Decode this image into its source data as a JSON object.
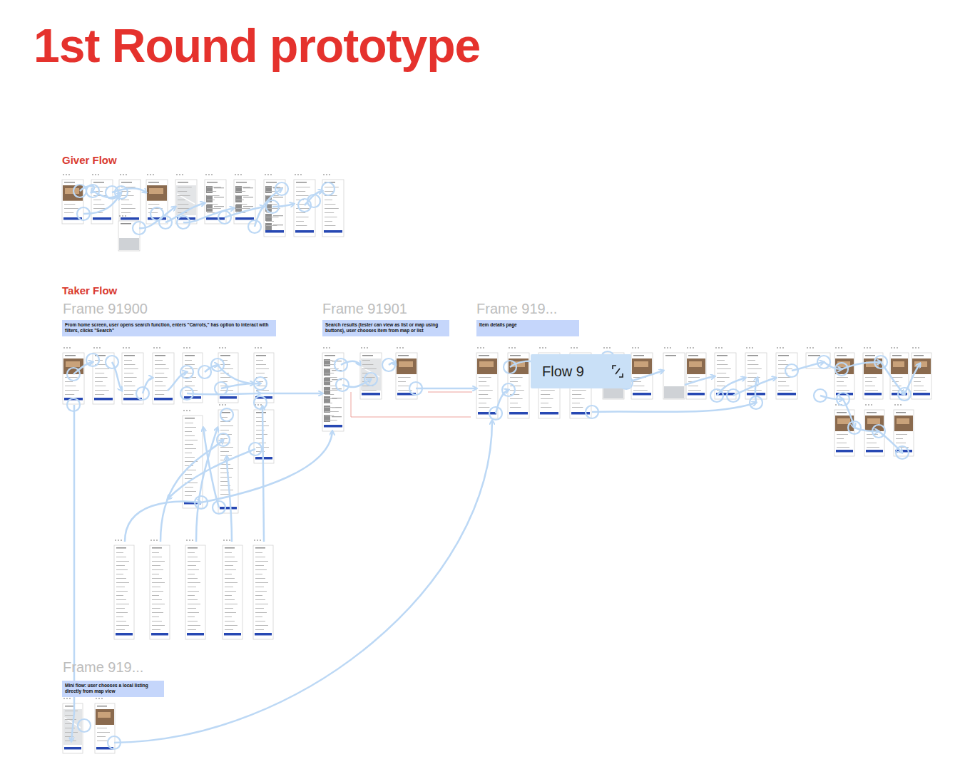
{
  "diagram": {
    "title": "1st Round prototype",
    "nodes": [
      {
        "text": [
          "From home screen, user opens search function, enters \"Carrots,\" has option to interact with filters, clicks \"Search\""
        ]
      },
      {
        "text": [
          "Search results (tester can view as list or map using buttons), user chooses item from map or list"
        ]
      },
      {
        "text": [
          "Item details page"
        ]
      },
      {
        "text": [
          "Flow 9"
        ]
      },
      {
        "text": [
          "Mini flow: user chooses a local listing directly from map view"
        ]
      }
    ],
    "labels": [
      "Giver Flow",
      "Taker Flow",
      "Frame 91900",
      "Frame 91901",
      "Frame 919...",
      "Frame 919..."
    ]
  }
}
